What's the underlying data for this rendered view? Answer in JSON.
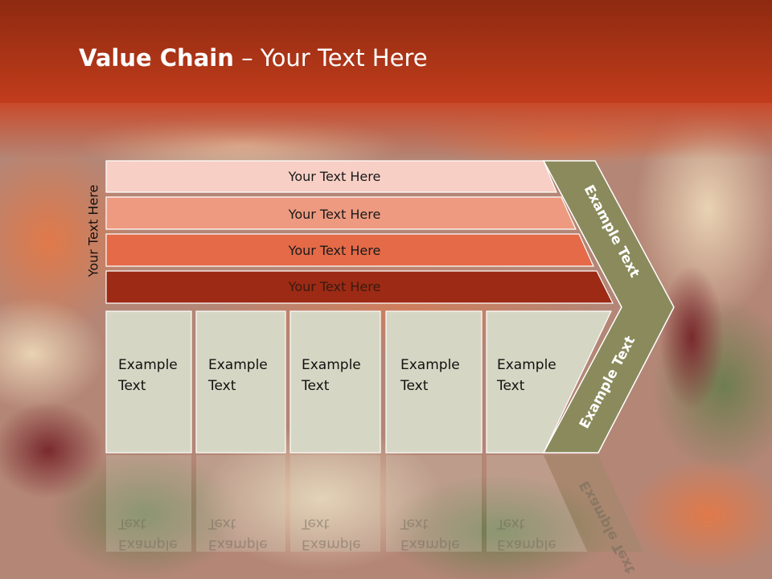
{
  "slide": {
    "title_bold": "Value Chain",
    "title_rest": " – Your Text Here",
    "side_label": "Your Text Here"
  },
  "bars": [
    {
      "label": "Your Text Here",
      "color": "#f7cfc5"
    },
    {
      "label": "Your Text Here",
      "color": "#ee9a80"
    },
    {
      "label": "Your Text Here",
      "color": "#e46a48"
    },
    {
      "label": "Your Text Here",
      "color": "#9c2a14"
    }
  ],
  "boxes": [
    {
      "line1": "Example",
      "line2": "Text"
    },
    {
      "line1": "Example",
      "line2": "Text"
    },
    {
      "line1": "Example",
      "line2": "Text"
    },
    {
      "line1": "Example",
      "line2": "Text"
    },
    {
      "line1": "Example",
      "line2": "Text"
    }
  ],
  "chevron": {
    "upper_label": "Example Text",
    "lower_label": "Example Text",
    "color": "#8a8a5c"
  },
  "colors": {
    "header_top": "#8e2a10",
    "header_bottom": "#c23c1c",
    "box_fill": "#d6d6c4"
  }
}
